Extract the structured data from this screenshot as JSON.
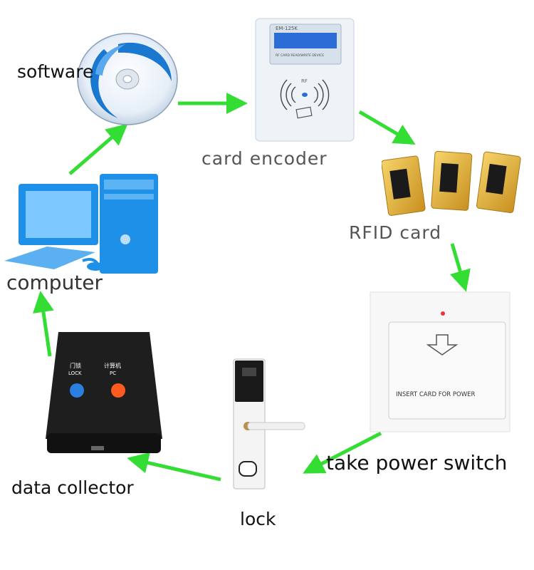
{
  "labels": {
    "software": "software",
    "card_encoder": "card encoder",
    "rfid_card": "RFID card",
    "take_power_switch": "take power switch",
    "lock": "lock",
    "data_collector": "data collector",
    "computer": "computer"
  },
  "devices": {
    "encoder_model": "EM-125K",
    "encoder_screen_text": "RF CARD READ/WRITE DEVICE",
    "encoder_rf": "RF",
    "power_switch_text": "INSERT CARD FOR POWER",
    "collector_lock_cn": "门锁",
    "collector_lock_en": "LOCK",
    "collector_pc_cn": "计算机",
    "collector_pc_en": "PC"
  },
  "colors": {
    "arrow": "#33dd33",
    "disc_blue": "#1a78d0",
    "computer_blue": "#1e90e8",
    "collector_blue_button": "#2a7fe0",
    "collector_orange_button": "#ff5a1f",
    "card_gold": "#e8b830"
  },
  "icons": [
    "software-disc-icon",
    "card-encoder-icon",
    "rfid-card-icon",
    "power-switch-icon",
    "door-lock-icon",
    "data-collector-icon",
    "computer-icon"
  ]
}
